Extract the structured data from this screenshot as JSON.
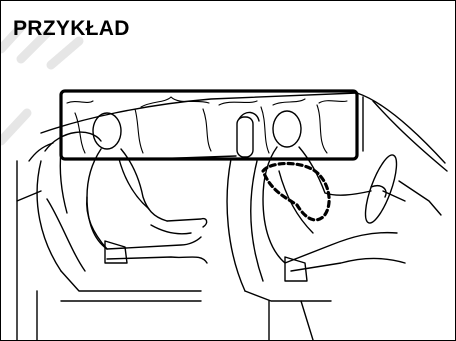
{
  "label": "PRZYKŁAD",
  "colors": {
    "line": "#000000",
    "background": "#ffffff",
    "watermark": "#e8e8e8"
  },
  "icons": [
    "curtain-airbag",
    "side-airbag",
    "seated-passenger",
    "driver",
    "steering-wheel"
  ]
}
